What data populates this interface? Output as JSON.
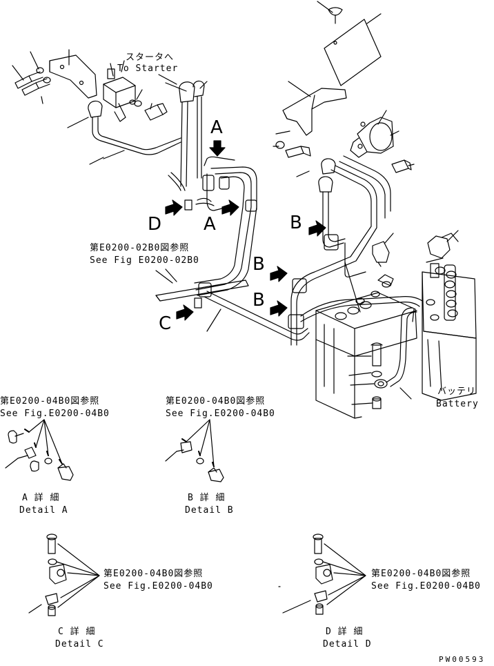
{
  "labels": {
    "starter_jp": "スタータへ",
    "starter_en": "To Starter",
    "ref02_jp": "第E0200-02B0図参照",
    "ref02_en": "See Fig E0200-02B0",
    "refA_jp": "第E0200-04B0図参照",
    "refA_en": "See Fig.E0200-04B0",
    "refB_jp": "第E0200-04B0図参照",
    "refB_en": "See Fig.E0200-04B0",
    "refC_jp": "第E0200-04B0図参照",
    "refC_en": "See Fig.E0200-04B0",
    "refD_jp": "第E0200-04B0図参照",
    "refD_en": "See Fig.E0200-04B0",
    "battery_jp": "バッテリ",
    "battery_en": "Battery",
    "detailA_jp": "A 詳 細",
    "detailA_en": "Detail A",
    "detailB_jp": "B 詳 細",
    "detailB_en": "Detail B",
    "detailC_jp": "C 詳 細",
    "detailC_en": "Detail C",
    "detailD_jp": "D 詳 細",
    "detailD_en": "Detail D",
    "drawing_code": "PW00593"
  },
  "view_letters": {
    "a_top": "A",
    "a_mid": "A",
    "d": "D",
    "b1": "B",
    "b2": "B",
    "b3": "B",
    "c": "C"
  }
}
